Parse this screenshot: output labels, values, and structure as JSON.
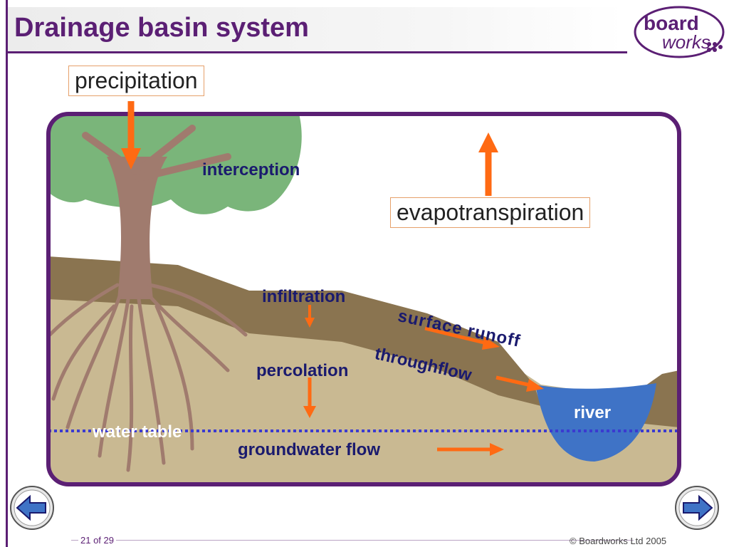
{
  "slide": {
    "title": "Drainage basin system",
    "logo_line1": "board",
    "logo_line2": "works",
    "page": "21 of 29",
    "copyright": "© Boardworks Ltd 2005"
  },
  "labels": {
    "precipitation": "precipitation",
    "interception": "interception",
    "evapotranspiration": "evapotranspiration",
    "infiltration": "infiltration",
    "surface_runoff": "surface runoff",
    "throughflow": "throughflow",
    "percolation": "percolation",
    "river": "river",
    "water_table": "water table",
    "groundwater_flow": "groundwater flow"
  },
  "colors": {
    "brand_purple": "#5b1f74",
    "arrow_orange": "#ff6a13",
    "label_navy": "#1a1a6e",
    "soil_light": "#c9b992",
    "soil_dark": "#8a7450",
    "river_blue": "#3f73c6",
    "tree_green": "#7ab57a",
    "trunk": "#a07b6e"
  },
  "icons": {
    "back": "left-arrow-icon",
    "forward": "right-arrow-icon"
  }
}
